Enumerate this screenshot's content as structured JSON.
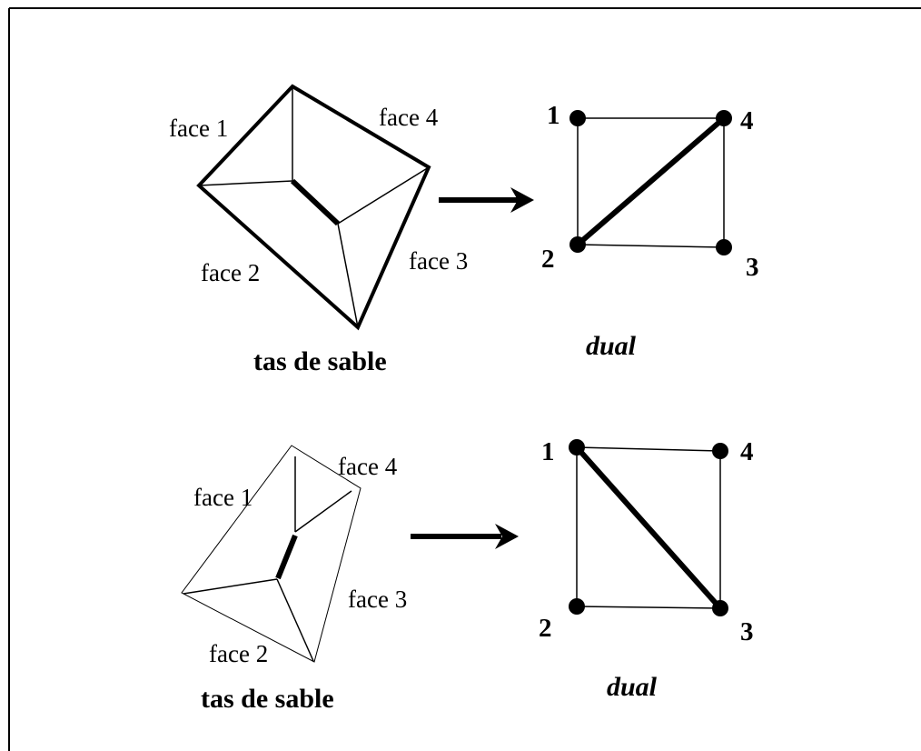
{
  "top_example": {
    "sandpile_caption": "tas de sable",
    "dual_caption": "dual",
    "faces": [
      "face 1",
      "face 2",
      "face 3",
      "face 4"
    ],
    "nodes": [
      "1",
      "2",
      "3",
      "4"
    ],
    "highlighted_edge": [
      "2",
      "4"
    ]
  },
  "bottom_example": {
    "sandpile_caption": "tas de sable",
    "dual_caption": "dual",
    "faces": [
      "face 1",
      "face 2",
      "face 3",
      "face 4"
    ],
    "nodes": [
      "1",
      "2",
      "3",
      "4"
    ],
    "highlighted_edge": [
      "1",
      "3"
    ]
  },
  "colors": {
    "ink": "#000000",
    "background": "#ffffff"
  }
}
